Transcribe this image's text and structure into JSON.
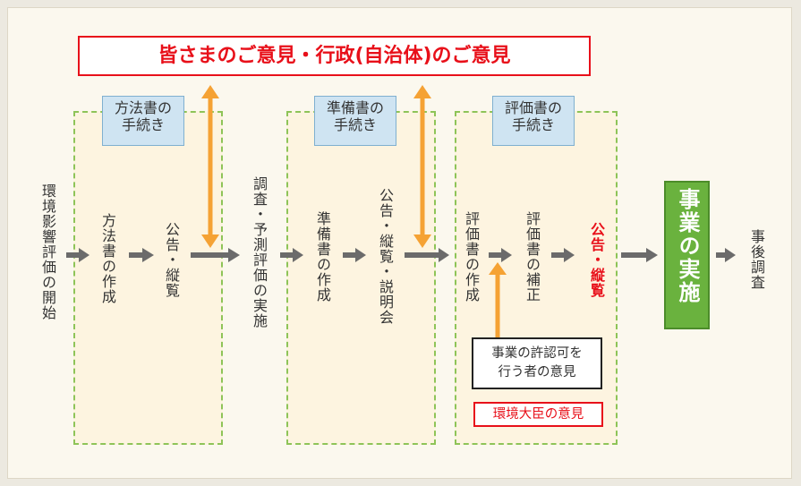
{
  "banner": "皆さまのご意見・行政(自治体)のご意見",
  "tags": {
    "method": "方法書の\n手続き",
    "prep": "準備書の\n手続き",
    "eval": "評価書の\n手続き"
  },
  "steps": {
    "start": "環境影響評価の開始",
    "method_create": "方法書の作成",
    "method_public": "公告・縦覧",
    "survey": "調査・予測評価の実施",
    "prep_create": "準備書の作成",
    "prep_public": "公告・縦覧・説明会",
    "eval_create": "評価書の作成",
    "eval_revise": "評価書の補正",
    "eval_public": "公告・縦覧",
    "implement": "事業の実施",
    "post": "事後調査"
  },
  "boxes": {
    "permit": "事業の許認可を\n行う者の意見",
    "minister": "環境大臣の意見"
  },
  "colors": {
    "arrow_gray": "#6b6b6b",
    "arrow_orange": "#f5a234",
    "accent_red": "#e8101a",
    "green": "#6ab23e",
    "tag_blue": "#cfe4f2",
    "dashed_green": "#8ec458"
  }
}
